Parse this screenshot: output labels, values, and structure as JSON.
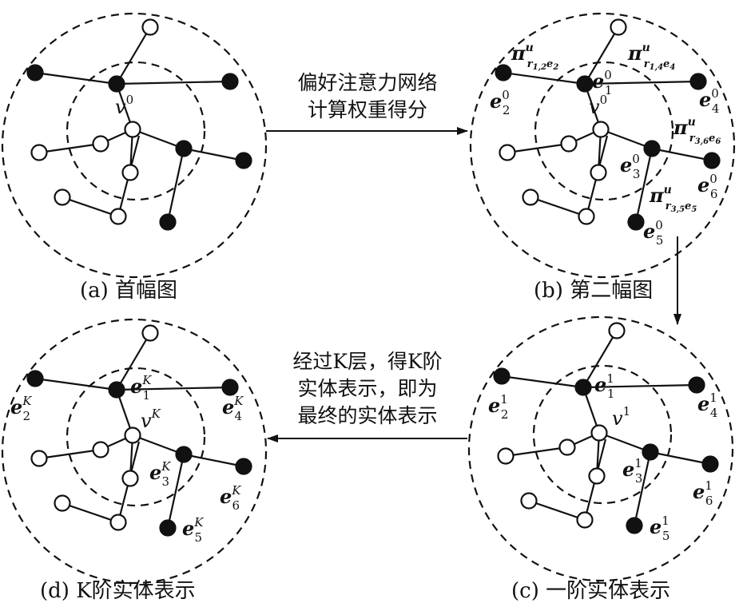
{
  "arrows": {
    "top_label_line1": "偏好注意力网络",
    "top_label_line2": "计算权重得分",
    "bottom_label_line1": "经过K层，得K阶",
    "bottom_label_line2": "实体表示，即为",
    "bottom_label_line3": "最终的实体表示"
  },
  "panels": {
    "a": {
      "caption": "(a) 首幅图",
      "center_base": "v",
      "center_sup": "0"
    },
    "b": {
      "caption": "(b) 第二幅图",
      "center_base": "v",
      "center_sup": "0",
      "entities": [
        {
          "base": "e",
          "sub": "1",
          "sup": "0"
        },
        {
          "base": "e",
          "sub": "2",
          "sup": "0"
        },
        {
          "base": "e",
          "sub": "3",
          "sup": "0"
        },
        {
          "base": "e",
          "sub": "4",
          "sup": "0"
        },
        {
          "base": "e",
          "sub": "5",
          "sup": "0"
        },
        {
          "base": "e",
          "sub": "6",
          "sup": "0"
        }
      ],
      "weights": [
        {
          "base": "π",
          "sup": "u",
          "sub": "r",
          "sub_idx": "1,2",
          "sub_e": "e",
          "sub_e_idx": "2"
        },
        {
          "base": "π",
          "sup": "u",
          "sub": "r",
          "sub_idx": "1,4",
          "sub_e": "e",
          "sub_e_idx": "4"
        },
        {
          "base": "π",
          "sup": "u",
          "sub": "r",
          "sub_idx": "3,6",
          "sub_e": "e",
          "sub_e_idx": "6"
        },
        {
          "base": "π",
          "sup": "u",
          "sub": "r",
          "sub_idx": "3,5",
          "sub_e": "e",
          "sub_e_idx": "5"
        }
      ]
    },
    "c": {
      "caption": "(c) 一阶实体表示",
      "center_base": "v",
      "center_sup": "1",
      "entities": [
        {
          "base": "e",
          "sub": "1",
          "sup": "1"
        },
        {
          "base": "e",
          "sub": "2",
          "sup": "1"
        },
        {
          "base": "e",
          "sub": "3",
          "sup": "1"
        },
        {
          "base": "e",
          "sub": "4",
          "sup": "1"
        },
        {
          "base": "e",
          "sub": "5",
          "sup": "1"
        },
        {
          "base": "e",
          "sub": "6",
          "sup": "1"
        }
      ]
    },
    "d": {
      "caption": "(d) K阶实体表示",
      "center_base": "v",
      "center_sup": "K",
      "entities": [
        {
          "base": "e",
          "sub": "1",
          "sup": "K"
        },
        {
          "base": "e",
          "sub": "2",
          "sup": "K"
        },
        {
          "base": "e",
          "sub": "3",
          "sup": "K"
        },
        {
          "base": "e",
          "sub": "4",
          "sup": "K"
        },
        {
          "base": "e",
          "sub": "5",
          "sup": "K"
        },
        {
          "base": "e",
          "sub": "6",
          "sup": "K"
        }
      ]
    }
  }
}
